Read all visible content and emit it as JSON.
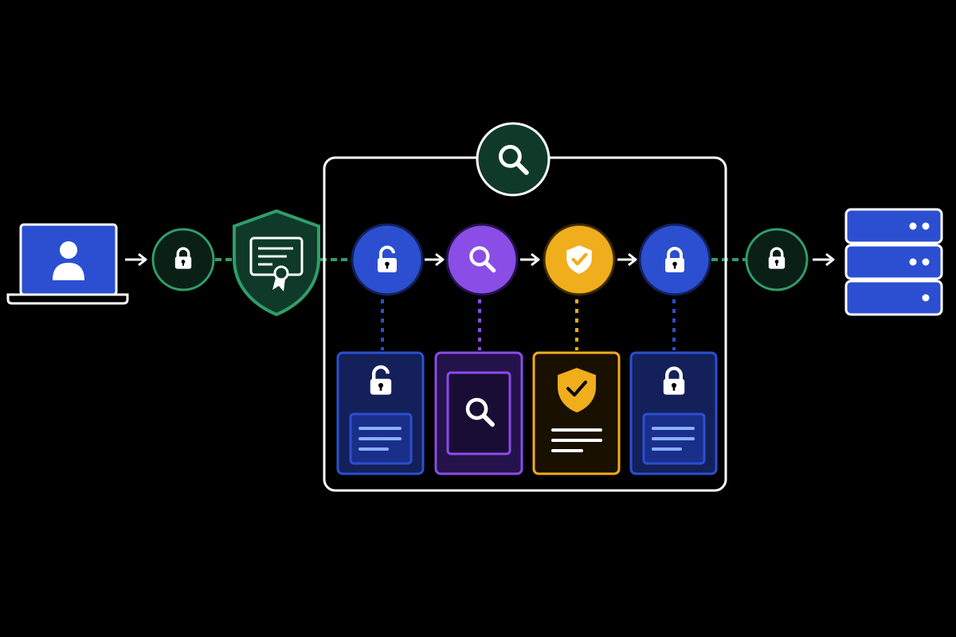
{
  "colors": {
    "background": "#000000",
    "line": "#ffffff",
    "blue": "#2b4fd0",
    "blue_dark": "#14205a",
    "blue_light": "#8ab0ff",
    "purple": "#8a4de6",
    "purple_dark": "#24124a",
    "gold": "#f0ad1c",
    "gold_dark": "#1a1000",
    "green": "#2f9e68",
    "green_dark": "#0f3a2a",
    "green_deep": "#0a1f16"
  },
  "nodes": [
    {
      "name": "client-laptop",
      "icon": "user-icon"
    },
    {
      "name": "encrypted-link-in",
      "icon": "lock-icon"
    },
    {
      "name": "certificate-shield",
      "icon": "certificate-icon"
    },
    {
      "name": "inspection-zone",
      "icon": "search-icon"
    },
    {
      "name": "stage-decrypt",
      "icon": "unlock-icon"
    },
    {
      "name": "stage-inspect",
      "icon": "search-icon"
    },
    {
      "name": "stage-verify",
      "icon": "shield-check-icon"
    },
    {
      "name": "stage-reencrypt",
      "icon": "lock-icon"
    },
    {
      "name": "encrypted-link-out",
      "icon": "lock-icon"
    },
    {
      "name": "destination-server",
      "icon": "server-icon"
    }
  ],
  "edges": [
    {
      "from": "client-laptop",
      "to": "encrypted-link-in",
      "style": "arrow"
    },
    {
      "from": "encrypted-link-in",
      "to": "certificate-shield",
      "style": "dashed"
    },
    {
      "from": "certificate-shield",
      "to": "stage-decrypt",
      "style": "dashed"
    },
    {
      "from": "stage-decrypt",
      "to": "stage-inspect",
      "style": "arrow"
    },
    {
      "from": "stage-inspect",
      "to": "stage-verify",
      "style": "arrow"
    },
    {
      "from": "stage-verify",
      "to": "stage-reencrypt",
      "style": "arrow"
    },
    {
      "from": "stage-reencrypt",
      "to": "encrypted-link-out",
      "style": "dashed"
    },
    {
      "from": "encrypted-link-out",
      "to": "destination-server",
      "style": "arrow"
    }
  ],
  "detail_cards": [
    {
      "stage": "stage-decrypt",
      "icon": "unlock-icon",
      "content": "document"
    },
    {
      "stage": "stage-inspect",
      "icon": "search-icon",
      "content": "frame"
    },
    {
      "stage": "stage-verify",
      "icon": "shield-check-icon",
      "content": "text-lines"
    },
    {
      "stage": "stage-reencrypt",
      "icon": "lock-icon",
      "content": "document"
    }
  ]
}
